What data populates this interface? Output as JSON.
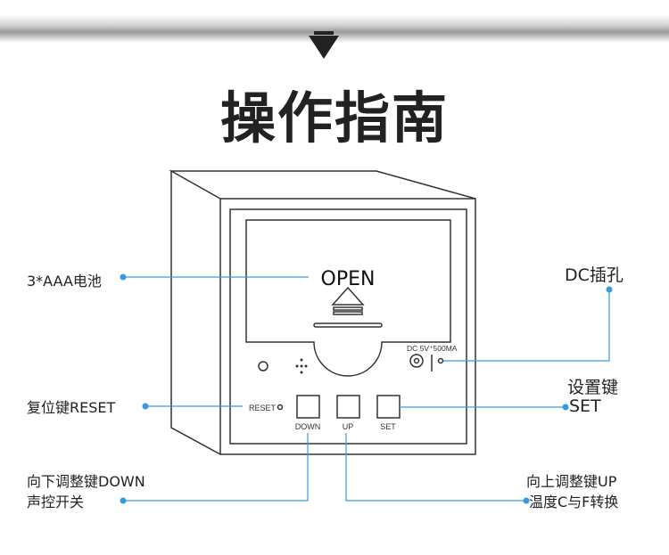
{
  "title": "操作指南",
  "device": {
    "open_label": "OPEN",
    "dc_spec": "DC 5V⁺500MA",
    "reset_label": "RESET",
    "buttons": [
      "DOWN",
      "UP",
      "SET"
    ]
  },
  "callouts": {
    "battery": "3*AAA电池",
    "dc_jack": "DC插孔",
    "set_line1": "设置键",
    "set_line2": "SET",
    "reset": "复位键RESET",
    "down_line1": "向下调整键DOWN",
    "down_line2": "声控开关",
    "up_line1": "向上调整键UP",
    "up_line2": "温度C与F转换"
  },
  "colors": {
    "callout": "#3a9ad9",
    "line": "#333333"
  }
}
